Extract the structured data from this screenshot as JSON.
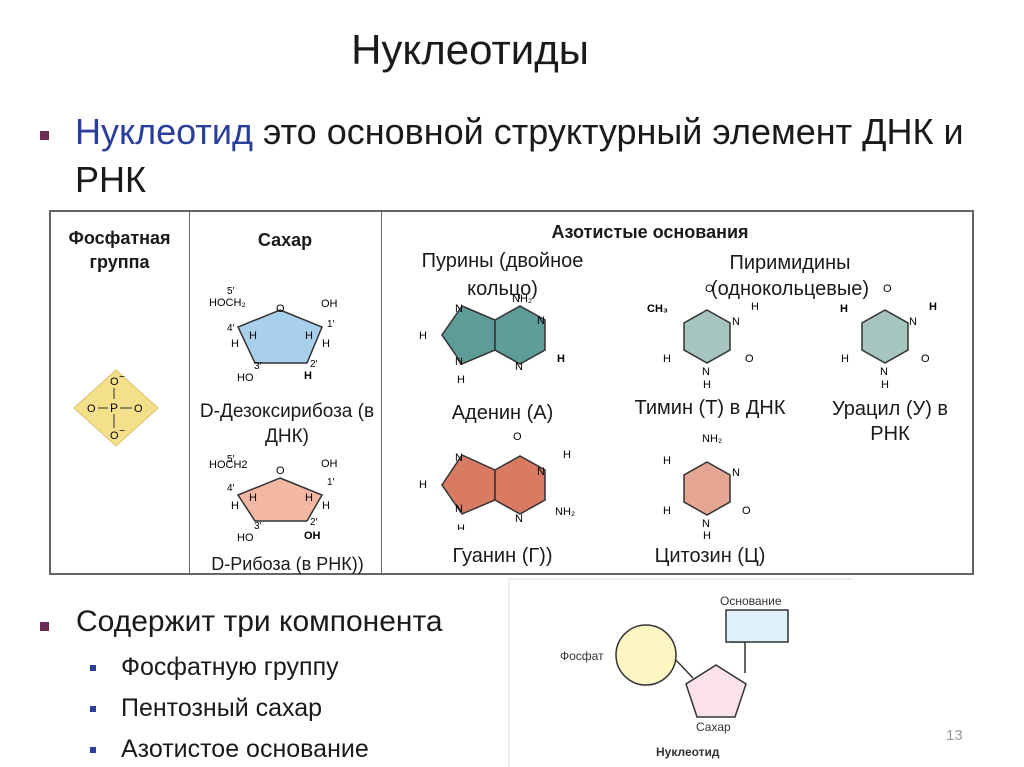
{
  "title": "Нуклеотиды",
  "intro": {
    "highlight": "Нуклеотид",
    "rest": " это основной структурный элемент ДНК и РНК"
  },
  "table": {
    "phosphate_header": "Фосфатная группа",
    "sugar_header": "Сахар",
    "bases_header": "Азотистые основания",
    "purines": "Пурины (двойное кольцо)",
    "pyrimidines": "Пиримидины (однокольцевые)",
    "deoxyribose": "D-Дезоксирибоза (в ДНК)",
    "ribose": "D-Рибоза (в РНК))",
    "adenine": "Аденин (А)",
    "guanine": "Гуанин (Г))",
    "thymine": "Тимин (Т) в ДНК",
    "uracil": "Урацил (У) в РНК",
    "cytosine": "Цитозин (Ц)",
    "phosphate_atoms": {
      "o": "O",
      "o_minus": "O",
      "p": "P"
    },
    "sugar_atoms": {
      "hoch2": "HOCH₂",
      "hoch2_ribose": "HOCH2",
      "oh": "OH",
      "ho": "HO",
      "o": "O",
      "h": "H",
      "c5": "5′",
      "c4": "4′",
      "c3": "3′",
      "c2": "2′",
      "c1": "1′"
    },
    "base_atoms": {
      "n": "N",
      "h": "H",
      "o": "O",
      "nh2": "NH₂",
      "ch3": "CH₃"
    }
  },
  "components": {
    "header": "Содержит три компонента",
    "items": [
      "Фосфатную группу",
      "Пентозный сахар",
      "Азотистое основание"
    ]
  },
  "figure": {
    "phosphate": "Фосфат",
    "sugar": "Сахар",
    "base": "Основание",
    "caption": "Нуклеотид"
  },
  "page_number": "13",
  "colors": {
    "bullet": "#6b2c52",
    "highlight": "#2b3f9a",
    "deoxyribose": "#a9d0ea",
    "ribose": "#f3b8a4",
    "adenine": "#5e9c9a",
    "guanine": "#d97b63",
    "thymine": "#a6c5c0",
    "cytosine": "#e4a593",
    "phosphate": "#f4df8a"
  }
}
